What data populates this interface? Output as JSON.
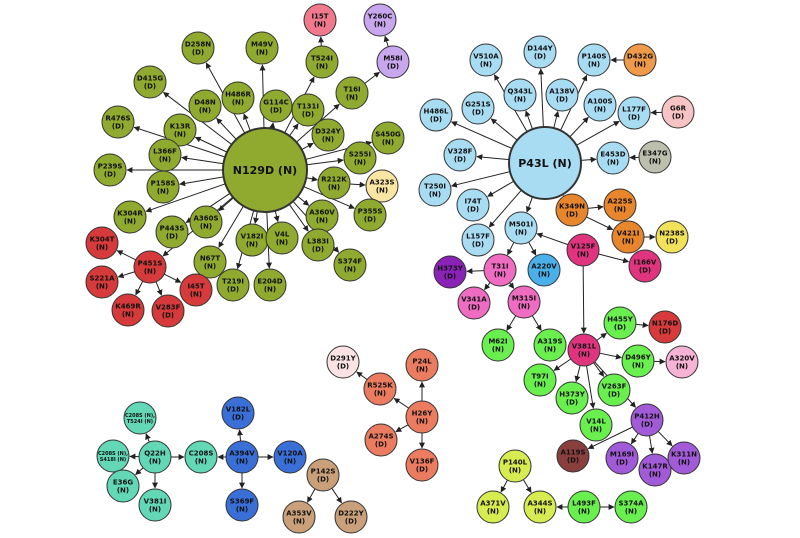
{
  "nodes": [
    {
      "id": "N129D",
      "label": "N129D (N)",
      "color": "#8faa2e"
    },
    {
      "id": "I15T",
      "label": "I15T (N)",
      "color": "#f07a8c"
    },
    {
      "id": "Y260C",
      "label": "Y260C (N)",
      "color": "#c9a7ef"
    },
    {
      "id": "M58I",
      "label": "M58I (D)",
      "color": "#c9a7ef"
    },
    {
      "id": "T524I",
      "label": "T524I (N)",
      "color": "#8faa2e"
    },
    {
      "id": "M49V",
      "label": "M49V (N)",
      "color": "#8faa2e"
    },
    {
      "id": "D258N",
      "label": "D258N (D)",
      "color": "#8faa2e"
    },
    {
      "id": "D415G",
      "label": "D415G (D)",
      "color": "#8faa2e"
    },
    {
      "id": "D48N",
      "label": "D48N (N)",
      "color": "#8faa2e"
    },
    {
      "id": "H486R",
      "label": "H486R (N)",
      "color": "#8faa2e"
    },
    {
      "id": "G114C",
      "label": "G114C (D)",
      "color": "#8faa2e"
    },
    {
      "id": "T131I",
      "label": "T131I (D)",
      "color": "#8faa2e"
    },
    {
      "id": "T16I",
      "label": "T16I (N)",
      "color": "#8faa2e"
    },
    {
      "id": "R476S",
      "label": "R476S (D)",
      "color": "#8faa2e"
    },
    {
      "id": "K13R",
      "label": "K13R (N)",
      "color": "#8faa2e"
    },
    {
      "id": "D324Y",
      "label": "D324Y (N)",
      "color": "#8faa2e"
    },
    {
      "id": "S450G",
      "label": "S450G (N)",
      "color": "#8faa2e"
    },
    {
      "id": "L366F",
      "label": "L366F (N)",
      "color": "#8faa2e"
    },
    {
      "id": "S255I",
      "label": "S255I (N)",
      "color": "#8faa2e"
    },
    {
      "id": "P239S",
      "label": "P239S (D)",
      "color": "#8faa2e"
    },
    {
      "id": "P158S",
      "label": "P158S (N)",
      "color": "#8faa2e"
    },
    {
      "id": "R212K",
      "label": "R212K (N)",
      "color": "#8faa2e"
    },
    {
      "id": "A323S",
      "label": "A323S (N)",
      "color": "#f9e6a3"
    },
    {
      "id": "K304R",
      "label": "K304R (N)",
      "color": "#8faa2e"
    },
    {
      "id": "A360V",
      "label": "A360V (N)",
      "color": "#8faa2e"
    },
    {
      "id": "P355S",
      "label": "P355S (D)",
      "color": "#8faa2e"
    },
    {
      "id": "A360S",
      "label": "A360S (N)",
      "color": "#8faa2e"
    },
    {
      "id": "P443S",
      "label": "P443S (D)",
      "color": "#8faa2e"
    },
    {
      "id": "V182I",
      "label": "V182I (N)",
      "color": "#8faa2e"
    },
    {
      "id": "V4L",
      "label": "V4L (N)",
      "color": "#8faa2e"
    },
    {
      "id": "L383I",
      "label": "L383I (D)",
      "color": "#8faa2e"
    },
    {
      "id": "S374F",
      "label": "S374F (N)",
      "color": "#8faa2e"
    },
    {
      "id": "N67T",
      "label": "N67T (N)",
      "color": "#8faa2e"
    },
    {
      "id": "T219I",
      "label": "T219I (D)",
      "color": "#8faa2e"
    },
    {
      "id": "E204D",
      "label": "E204D (N)",
      "color": "#8faa2e"
    },
    {
      "id": "K304T",
      "label": "K304T (N)",
      "color": "#d63a3a"
    },
    {
      "id": "P451S",
      "label": "P451S (N)",
      "color": "#d63a3a"
    },
    {
      "id": "S221A",
      "label": "S221A (N)",
      "color": "#d63a3a"
    },
    {
      "id": "I45T",
      "label": "I45T (N)",
      "color": "#d63a3a"
    },
    {
      "id": "K469R",
      "label": "K469R (N)",
      "color": "#d63a3a"
    },
    {
      "id": "V283F",
      "label": "V283F (D)",
      "color": "#d63a3a"
    },
    {
      "id": "P43L",
      "label": "P43L (N)",
      "color": "#a8dcf3"
    },
    {
      "id": "V510A",
      "label": "V510A (N)",
      "color": "#a8dcf3"
    },
    {
      "id": "D144Y",
      "label": "D144Y (D)",
      "color": "#a8dcf3"
    },
    {
      "id": "P140S",
      "label": "P140S (N)",
      "color": "#a8dcf3"
    },
    {
      "id": "D432G",
      "label": "D432G (N)",
      "color": "#ee9a4a"
    },
    {
      "id": "H486L",
      "label": "H486L (D)",
      "color": "#a8dcf3"
    },
    {
      "id": "G251S",
      "label": "G251S (D)",
      "color": "#a8dcf3"
    },
    {
      "id": "Q343L",
      "label": "Q343L (N)",
      "color": "#a8dcf3"
    },
    {
      "id": "A138V",
      "label": "A138V (D)",
      "color": "#a8dcf3"
    },
    {
      "id": "A100S",
      "label": "A100S (N)",
      "color": "#a8dcf3"
    },
    {
      "id": "L177F",
      "label": "L177F (D)",
      "color": "#a8dcf3"
    },
    {
      "id": "G6R",
      "label": "G6R (D)",
      "color": "#f6c4c4"
    },
    {
      "id": "V328F",
      "label": "V328F (D)",
      "color": "#a8dcf3"
    },
    {
      "id": "E453D",
      "label": "E453D (N)",
      "color": "#a8dcf3"
    },
    {
      "id": "E347G",
      "label": "E347G (N)",
      "color": "#bdbfae"
    },
    {
      "id": "T250I",
      "label": "T250I (N)",
      "color": "#a8dcf3"
    },
    {
      "id": "I74T",
      "label": "I74T (D)",
      "color": "#a8dcf3"
    },
    {
      "id": "K349N",
      "label": "K349N (D)",
      "color": "#e8862e"
    },
    {
      "id": "A225S",
      "label": "A225S (N)",
      "color": "#e8862e"
    },
    {
      "id": "M501I",
      "label": "M501I (N)",
      "color": "#a8dcf3"
    },
    {
      "id": "L157F",
      "label": "L157F (D)",
      "color": "#a8dcf3"
    },
    {
      "id": "V421I",
      "label": "V421I (N)",
      "color": "#e8862e"
    },
    {
      "id": "N238S",
      "label": "N238S (D)",
      "color": "#f2e25a"
    },
    {
      "id": "V125F",
      "label": "V125F (N)",
      "color": "#e0357e"
    },
    {
      "id": "I166V",
      "label": "I166V (D)",
      "color": "#e0357e"
    },
    {
      "id": "H373Y_a",
      "label": "H373Y (D)",
      "color": "#8a22b8"
    },
    {
      "id": "T31I",
      "label": "T31I (N)",
      "color": "#ee6cc1"
    },
    {
      "id": "A220V",
      "label": "A220V (N)",
      "color": "#4ab0ea"
    },
    {
      "id": "V341A",
      "label": "V341A (D)",
      "color": "#ee6cc1"
    },
    {
      "id": "M315I",
      "label": "M315I (N)",
      "color": "#ee6cc1"
    },
    {
      "id": "H455Y",
      "label": "H455Y (D)",
      "color": "#6af04e"
    },
    {
      "id": "N176D",
      "label": "N176D (D)",
      "color": "#d63a3a"
    },
    {
      "id": "M62I",
      "label": "M62I (N)",
      "color": "#6af04e"
    },
    {
      "id": "A319S",
      "label": "A319S (N)",
      "color": "#6af04e"
    },
    {
      "id": "V381L",
      "label": "V381L (N)",
      "color": "#e0357e"
    },
    {
      "id": "D496Y",
      "label": "D496Y (N)",
      "color": "#6af04e"
    },
    {
      "id": "A320V",
      "label": "A320V (N)",
      "color": "#f6b3d6"
    },
    {
      "id": "T97I",
      "label": "T97I (N)",
      "color": "#6af04e"
    },
    {
      "id": "H373Y_b",
      "label": "H373Y (D)",
      "color": "#6af04e"
    },
    {
      "id": "V263F",
      "label": "V263F (D)",
      "color": "#6af04e"
    },
    {
      "id": "V14L",
      "label": "V14L (N)",
      "color": "#6af04e"
    },
    {
      "id": "P412H",
      "label": "P412H (D)",
      "color": "#a25bd8"
    },
    {
      "id": "A119S",
      "label": "A119S (D)",
      "color": "#8a3f3f"
    },
    {
      "id": "M169I",
      "label": "M169I (D)",
      "color": "#a25bd8"
    },
    {
      "id": "K147R",
      "label": "K147R (N)",
      "color": "#a25bd8"
    },
    {
      "id": "K311N",
      "label": "K311N (N)",
      "color": "#a25bd8"
    },
    {
      "id": "D291Y",
      "label": "D291Y (D)",
      "color": "#fbe3e3"
    },
    {
      "id": "P24L",
      "label": "P24L (N)",
      "color": "#ec7c60"
    },
    {
      "id": "R525K",
      "label": "R525K (N)",
      "color": "#ec7c60"
    },
    {
      "id": "H26Y",
      "label": "H26Y (N)",
      "color": "#ec7c60"
    },
    {
      "id": "A274S",
      "label": "A274S (D)",
      "color": "#ec7c60"
    },
    {
      "id": "V136F",
      "label": "V136F (D)",
      "color": "#ec7c60"
    },
    {
      "id": "C208S_t",
      "label": "C208S (N),T524I (N)",
      "color": "#62d8b6"
    },
    {
      "id": "C208S_l",
      "label": "C208S (N),S418I (N)",
      "color": "#62d8b6"
    },
    {
      "id": "Q22H",
      "label": "Q22H (N)",
      "color": "#62d8b6"
    },
    {
      "id": "C208S",
      "label": "C208S (N)",
      "color": "#62d8b6"
    },
    {
      "id": "E36G",
      "label": "E36G (N)",
      "color": "#62d8b6"
    },
    {
      "id": "V381I",
      "label": "V381I (N)",
      "color": "#62d8b6"
    },
    {
      "id": "V182L",
      "label": "V182L (D)",
      "color": "#3a6fd8"
    },
    {
      "id": "A394V",
      "label": "A394V (N)",
      "color": "#3a6fd8"
    },
    {
      "id": "V120A",
      "label": "V120A (N)",
      "color": "#3a6fd8"
    },
    {
      "id": "S369F",
      "label": "S369F (N)",
      "color": "#3a6fd8"
    },
    {
      "id": "P142S",
      "label": "P142S (D)",
      "color": "#c9a07a"
    },
    {
      "id": "A353V",
      "label": "A353V (N)",
      "color": "#c9a07a"
    },
    {
      "id": "D222Y",
      "label": "D222Y (D)",
      "color": "#c9a07a"
    },
    {
      "id": "P140L",
      "label": "P140L (N)",
      "color": "#d6ec50"
    },
    {
      "id": "A371V",
      "label": "A371V (N)",
      "color": "#d6ec50"
    },
    {
      "id": "A344S",
      "label": "A344S (N)",
      "color": "#d6ec50"
    },
    {
      "id": "L493F",
      "label": "L493F (N)",
      "color": "#6af04e"
    },
    {
      "id": "S374A",
      "label": "S374A (N)",
      "color": "#6af04e"
    }
  ],
  "edges": [
    [
      "N129D",
      "T524I"
    ],
    [
      "N129D",
      "M49V"
    ],
    [
      "N129D",
      "D258N"
    ],
    [
      "N129D",
      "D415G"
    ],
    [
      "N129D",
      "D48N"
    ],
    [
      "N129D",
      "H486R"
    ],
    [
      "N129D",
      "G114C"
    ],
    [
      "N129D",
      "T131I"
    ],
    [
      "N129D",
      "T16I"
    ],
    [
      "N129D",
      "R476S"
    ],
    [
      "N129D",
      "K13R"
    ],
    [
      "N129D",
      "D324Y"
    ],
    [
      "N129D",
      "S450G"
    ],
    [
      "N129D",
      "L366F"
    ],
    [
      "N129D",
      "S255I"
    ],
    [
      "N129D",
      "P239S"
    ],
    [
      "N129D",
      "P158S"
    ],
    [
      "N129D",
      "R212K"
    ],
    [
      "N129D",
      "K304R"
    ],
    [
      "N129D",
      "A360V"
    ],
    [
      "N129D",
      "P355S"
    ],
    [
      "N129D",
      "A360S"
    ],
    [
      "N129D",
      "P443S"
    ],
    [
      "N129D",
      "V182I"
    ],
    [
      "N129D",
      "V4L"
    ],
    [
      "N129D",
      "L383I"
    ],
    [
      "N129D",
      "S374F"
    ],
    [
      "N129D",
      "N67T"
    ],
    [
      "N129D",
      "T219I"
    ],
    [
      "N129D",
      "E204D"
    ],
    [
      "N129D",
      "P451S"
    ],
    [
      "T524I",
      "I15T"
    ],
    [
      "M58I",
      "Y260C"
    ],
    [
      "T16I",
      "M58I"
    ],
    [
      "R212K",
      "A323S"
    ],
    [
      "P451S",
      "K304T"
    ],
    [
      "P451S",
      "S221A"
    ],
    [
      "P451S",
      "I45T"
    ],
    [
      "P451S",
      "K469R"
    ],
    [
      "P451S",
      "V283F"
    ],
    [
      "P43L",
      "V510A"
    ],
    [
      "P43L",
      "D144Y"
    ],
    [
      "P43L",
      "P140S"
    ],
    [
      "P43L",
      "H486L"
    ],
    [
      "P43L",
      "G251S"
    ],
    [
      "P43L",
      "Q343L"
    ],
    [
      "P43L",
      "A138V"
    ],
    [
      "P43L",
      "A100S"
    ],
    [
      "P43L",
      "L177F"
    ],
    [
      "P43L",
      "V328F"
    ],
    [
      "P43L",
      "E453D"
    ],
    [
      "P43L",
      "T250I"
    ],
    [
      "P43L",
      "I74T"
    ],
    [
      "P43L",
      "M501I"
    ],
    [
      "P43L",
      "L157F"
    ],
    [
      "P43L",
      "K349N"
    ],
    [
      "D432G",
      "P140S"
    ],
    [
      "G6R",
      "L177F"
    ],
    [
      "E347G",
      "E453D"
    ],
    [
      "K349N",
      "A225S"
    ],
    [
      "K349N",
      "V421I"
    ],
    [
      "V421I",
      "N238S"
    ],
    [
      "V125F",
      "M501I"
    ],
    [
      "V125F",
      "I166V"
    ],
    [
      "V125F",
      "V381L"
    ],
    [
      "M501I",
      "T31I"
    ],
    [
      "M501I",
      "A220V"
    ],
    [
      "T31I",
      "H373Y_a"
    ],
    [
      "T31I",
      "V341A"
    ],
    [
      "T31I",
      "M315I"
    ],
    [
      "M315I",
      "M62I"
    ],
    [
      "M315I",
      "A319S"
    ],
    [
      "V381L",
      "H455Y"
    ],
    [
      "V381L",
      "D496Y"
    ],
    [
      "V381L",
      "T97I"
    ],
    [
      "V381L",
      "H373Y_b"
    ],
    [
      "V381L",
      "V263F"
    ],
    [
      "V381L",
      "V14L"
    ],
    [
      "V381L",
      "P412H"
    ],
    [
      "H455Y",
      "N176D"
    ],
    [
      "D496Y",
      "A320V"
    ],
    [
      "P412H",
      "A119S"
    ],
    [
      "P412H",
      "M169I"
    ],
    [
      "P412H",
      "K147R"
    ],
    [
      "P412H",
      "K311N"
    ],
    [
      "H26Y",
      "P24L"
    ],
    [
      "H26Y",
      "R525K"
    ],
    [
      "H26Y",
      "A274S"
    ],
    [
      "H26Y",
      "V136F"
    ],
    [
      "R525K",
      "D291Y"
    ],
    [
      "Q22H",
      "C208S_t"
    ],
    [
      "Q22H",
      "C208S_l"
    ],
    [
      "Q22H",
      "C208S"
    ],
    [
      "Q22H",
      "E36G"
    ],
    [
      "Q22H",
      "V381I"
    ],
    [
      "A394V",
      "V182L"
    ],
    [
      "A394V",
      "V120A"
    ],
    [
      "A394V",
      "S369F"
    ],
    [
      "A394V",
      "C208S"
    ],
    [
      "P142S",
      "A353V"
    ],
    [
      "P142S",
      "D222Y"
    ],
    [
      "P140L",
      "A371V"
    ],
    [
      "P140L",
      "A344S"
    ],
    [
      "L493F",
      "A344S"
    ],
    [
      "L493F",
      "S374A"
    ]
  ]
}
